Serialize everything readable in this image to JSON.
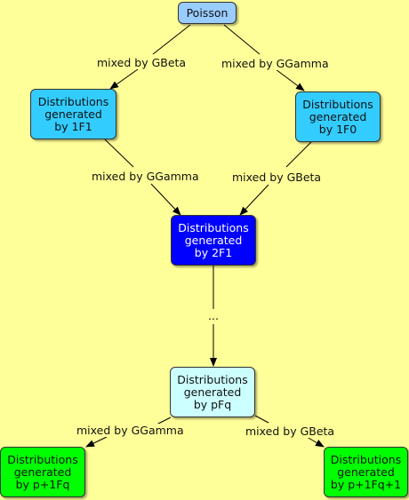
{
  "nodes": {
    "poisson": {
      "label": "Poisson",
      "color": "#99ccff"
    },
    "d1f1": {
      "label": "Distributions\ngenerated\nby 1F1",
      "color": "#33ccff"
    },
    "d1f0": {
      "label": "Distributions\ngenerated\nby 1F0",
      "color": "#33ccff"
    },
    "d2f1": {
      "label": "Distributions\ngenerated\nby 2F1",
      "color": "#0000ff",
      "text_color": "#ffffff"
    },
    "dpfq": {
      "label": "Distributions\ngenerated\nby pFq",
      "color": "#ccffff"
    },
    "dp1fq": {
      "label": "Distributions\ngenerated\nby p+1Fq",
      "color": "#00ff00"
    },
    "dp1fq1": {
      "label": "Distributions\ngenerated\nby p+1Fq+1",
      "color": "#00ff00"
    }
  },
  "edges": {
    "poisson_to_1f1": "mixed by GBeta",
    "poisson_to_1f0": "mixed by GGamma",
    "1f1_to_2f1": "mixed by GGamma",
    "1f0_to_2f1": "mixed by GBeta",
    "2f1_to_pfq": "...",
    "pfq_to_p1fq": "mixed by GGamma",
    "pfq_to_p1fq1": "mixed by GBeta"
  }
}
